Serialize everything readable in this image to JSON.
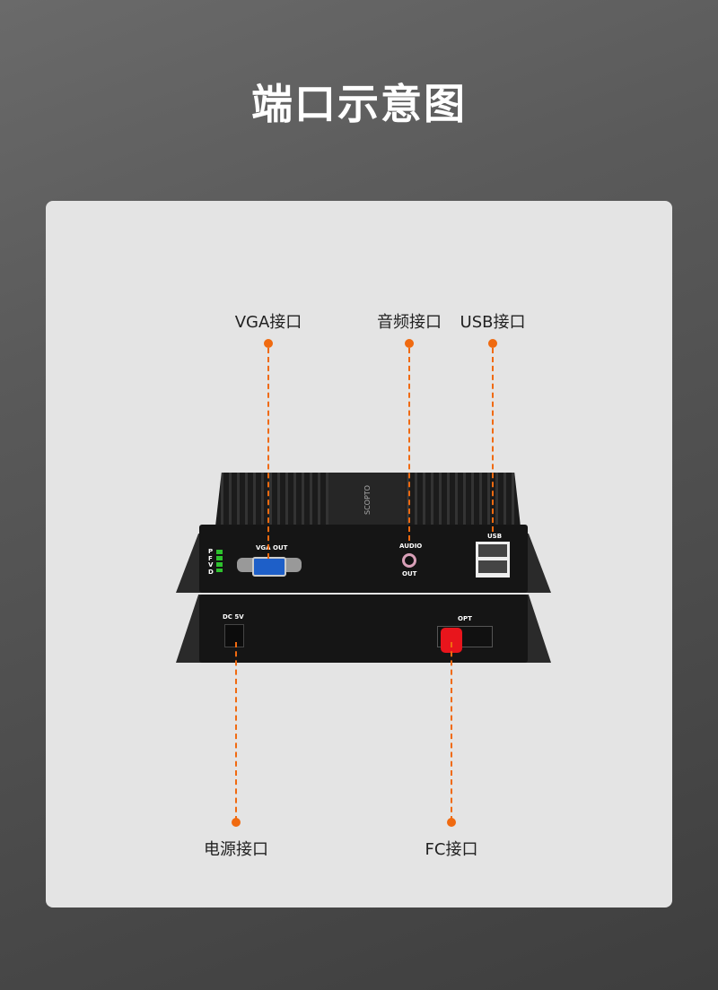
{
  "title": "端口示意图",
  "callouts": {
    "vga": "VGA接口",
    "audio": "音频接口",
    "usb": "USB接口",
    "power": "电源接口",
    "fc": "FC接口"
  },
  "device": {
    "vga_out": "VGA OUT",
    "audio": "AUDIO",
    "out": "OUT",
    "usb": "USB",
    "dc": "DC 5V",
    "opt": "OPT",
    "leds": [
      "P",
      "F",
      "V",
      "D"
    ],
    "brand": "SCOPTO"
  },
  "colors": {
    "accent": "#f06a10",
    "card": "#e4e4e4"
  }
}
